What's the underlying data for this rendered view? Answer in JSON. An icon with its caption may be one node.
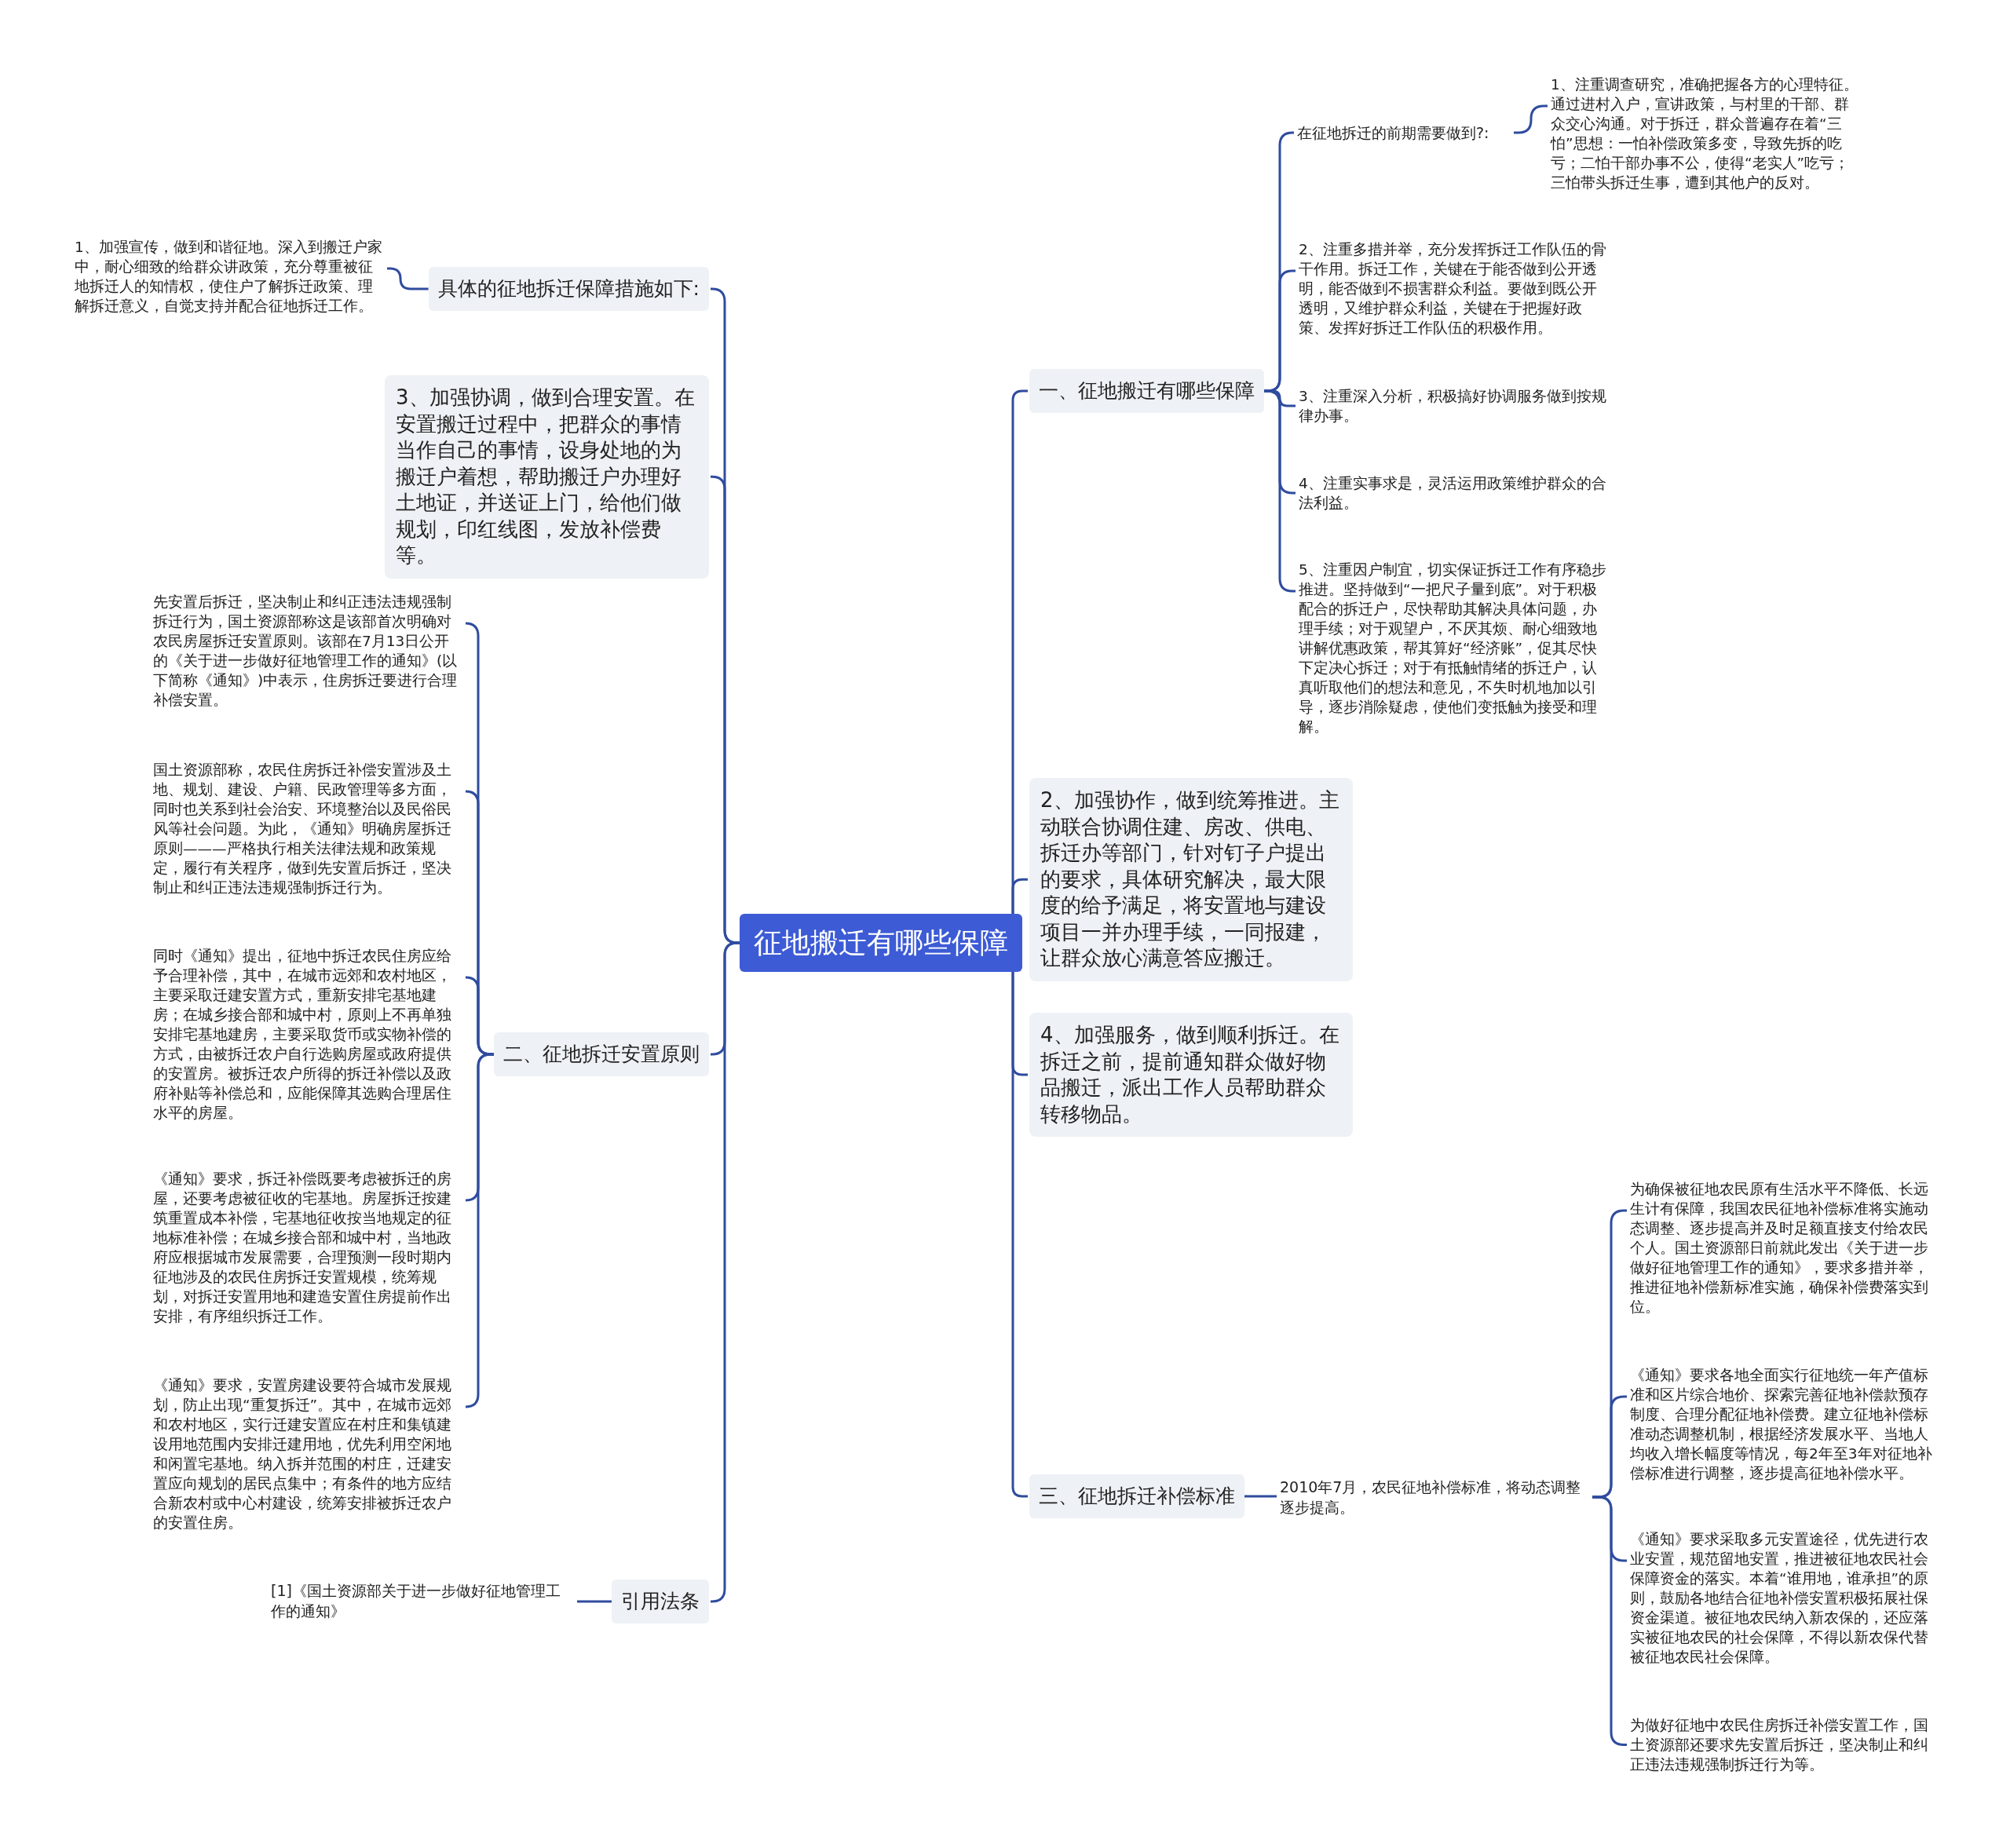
{
  "diagram": {
    "nodes": [
      {
        "text": [
          "征地搬迁有哪些保障"
        ]
      },
      {
        "text": [
          "一、征地搬迁有哪些保障"
        ]
      },
      {
        "text": [
          "在征地拆迁的前期需要做到?:"
        ]
      },
      {
        "text": [
          "1、注重调查研究，准确把握各方的心理特征。通过进村入户，宣讲政策，与村里的干部、群众交心沟通。对于拆迁，群众普遍存在着“三怕”思想：一怕补偿政策多变，导致先拆的吃亏；二怕干部办事不公，使得“老实人”吃亏；三怕带头拆迁生事，遭到其他户的反对。"
        ]
      },
      {
        "text": [
          "2、注重多措并举，充分发挥拆迁工作队伍的骨干作用。拆迁工作，关键在于能否做到公开透明，能否做到不损害群众利益。要做到既公开透明，又维护群众利益，关键在于把握好政策、发挥好拆迁工作队伍的积极作用。"
        ]
      },
      {
        "text": [
          "3、注重深入分析，积极搞好协调服务做到按规律办事。"
        ]
      },
      {
        "text": [
          "4、注重实事求是，灵活运用政策维护群众的合法利益。"
        ]
      },
      {
        "text": [
          "5、注重因户制宜，切实保证拆迁工作有序稳步推进。坚持做到“一把尺子量到底”。对于积极配合的拆迁户，尽快帮助其解决具体问题，办理手续；对于观望户，不厌其烦、耐心细致地讲解优惠政策，帮其算好“经济账”，促其尽快下定决心拆迁；对于有抵触情绪的拆迁户，认真听取他们的想法和意见，不失时机地加以引导，逐步消除疑虑，使他们变抵触为接受和理解。"
        ]
      },
      {
        "text": [
          "2、加强协作，做到统筹推进。主动联合协调住建、房改、供电、拆迁办等部门，针对钉子户提出的要求，具体研究解决，最大限度的给予满足，将安置地与建设项目一并办理手续，一同报建，让群众放心满意答应搬迁。"
        ]
      },
      {
        "text": [
          "4、加强服务，做到顺利拆迁。在拆迁之前，提前通知群众做好物品搬迁，派出工作人员帮助群众转移物品。"
        ]
      },
      {
        "text": [
          "三、征地拆迁补偿标准"
        ]
      },
      {
        "text": [
          "2010年7月，农民征地补偿标准，将动态调整逐步提高。"
        ]
      },
      {
        "text": [
          "为确保被征地农民原有生活水平不降低、长远生计有保障，我国农民征地补偿标准将实施动态调整、逐步提高并及时足额直接支付给农民个人。国土资源部日前就此发出《关于进一步做好征地管理工作的通知》，要求多措并举，推进征地补偿新标准实施，确保补偿费落实到位。"
        ]
      },
      {
        "text": [
          "《通知》要求各地全面实行征地统一年产值标准和区片综合地价、探索完善征地补偿款预存制度、合理分配征地补偿费。建立征地补偿标准动态调整机制，根据经济发展水平、当地人均收入增长幅度等情况，每2年至3年对征地补偿标准进行调整，逐步提高征地补偿水平。"
        ]
      },
      {
        "text": [
          "《通知》要求采取多元安置途径，优先进行农业安置，规范留地安置，推进被征地农民社会保障资金的落实。本着“谁用地，谁承担”的原则，鼓励各地结合征地补偿安置积极拓展社保资金渠道。被征地农民纳入新农保的，还应落实被征地农民的社会保障，不得以新农保代替被征地农民社会保障。"
        ]
      },
      {
        "text": [
          "为做好征地中农民住房拆迁补偿安置工作，国土资源部还要求先安置后拆迁，坚决制止和纠正违法违规强制拆迁行为等。"
        ]
      },
      {
        "text": [
          "具体的征地拆迁保障措施如下:"
        ]
      },
      {
        "text": [
          "1、加强宣传，做到和谐征地。深入到搬迁户家中，耐心细致的给群众讲政策，充分尊重被征地拆迁人的知情权，使住户了解拆迁政策、理解拆迁意义，自觉支持并配合征地拆迁工作。"
        ]
      },
      {
        "text": [
          "3、加强协调，做到合理安置。在安置搬迁过程中，把群众的事情当作自己的事情，设身处地的为搬迁户着想，帮助搬迁户办理好土地证，并送证上门，给他们做规划，印红线图，发放补偿费等。"
        ]
      },
      {
        "text": [
          "二、征地拆迁安置原则"
        ]
      },
      {
        "text": [
          "先安置后拆迁，坚决制止和纠正违法违规强制拆迁行为，国土资源部称这是该部首次明确对农民房屋拆迁安置原则。该部在7月13日公开的《关于进一步做好征地管理工作的通知》(以下简称《通知》)中表示，住房拆迁要进行合理补偿安置。"
        ]
      },
      {
        "text": [
          "国土资源部称，农民住房拆迁补偿安置涉及土地、规划、建设、户籍、民政管理等多方面，同时也关系到社会治安、环境整治以及民俗民风等社会问题。为此，《通知》明确房屋拆迁原则———严格执行相关法律法规和政策规定，履行有关程序，做到先安置后拆迁，坚决制止和纠正违法违规强制拆迁行为。"
        ]
      },
      {
        "text": [
          "同时《通知》提出，征地中拆迁农民住房应给予合理补偿，其中，在城市远郊和农村地区，主要采取迁建安置方式，重新安排宅基地建房；在城乡接合部和城中村，原则上不再单独安排宅基地建房，主要采取货币或实物补偿的方式，由被拆迁农户自行选购房屋或政府提供的安置房。被拆迁农户所得的拆迁补偿以及政府补贴等补偿总和，应能保障其选购合理居住水平的房屋。"
        ]
      },
      {
        "text": [
          "《通知》要求，拆迁补偿既要考虑被拆迁的房屋，还要考虑被征收的宅基地。房屋拆迁按建筑重置成本补偿，宅基地征收按当地规定的征地标准补偿；在城乡接合部和城中村，当地政府应根据城市发展需要，合理预测一段时期内征地涉及的农民住房拆迁安置规模，统筹规划，对拆迁安置用地和建造安置住房提前作出安排，有序组织拆迁工作。"
        ]
      },
      {
        "text": [
          "《通知》要求，安置房建设要符合城市发展规划，防止出现“重复拆迁”。其中，在城市远郊和农村地区，实行迁建安置应在村庄和集镇建设用地范围内安排迁建用地，优先利用空闲地和闲置宅基地。纳入拆并范围的村庄，迁建安置应向规划的居民点集中；有条件的地方应结合新农村或中心村建设，统筹安排被拆迁农户的安置住房。"
        ]
      },
      {
        "text": [
          "引用法条"
        ]
      },
      {
        "text": [
          "[1]《国土资源部关于进一步做好征地管理工作的通知》"
        ]
      }
    ],
    "edges": [
      {
        "from": 0,
        "to": 1,
        "arrow": "none"
      },
      {
        "from": 1,
        "to": 2,
        "arrow": "none"
      },
      {
        "from": 2,
        "to": 3,
        "arrow": "none"
      },
      {
        "from": 1,
        "to": 4,
        "arrow": "none"
      },
      {
        "from": 1,
        "to": 5,
        "arrow": "none"
      },
      {
        "from": 1,
        "to": 6,
        "arrow": "none"
      },
      {
        "from": 1,
        "to": 7,
        "arrow": "none"
      },
      {
        "from": 0,
        "to": 8,
        "arrow": "none"
      },
      {
        "from": 0,
        "to": 9,
        "arrow": "none"
      },
      {
        "from": 0,
        "to": 10,
        "arrow": "none"
      },
      {
        "from": 10,
        "to": 11,
        "arrow": "none"
      },
      {
        "from": 11,
        "to": 12,
        "arrow": "none"
      },
      {
        "from": 11,
        "to": 13,
        "arrow": "none"
      },
      {
        "from": 11,
        "to": 14,
        "arrow": "none"
      },
      {
        "from": 11,
        "to": 15,
        "arrow": "none"
      },
      {
        "from": 0,
        "to": 16,
        "arrow": "none"
      },
      {
        "from": 16,
        "to": 17,
        "arrow": "none"
      },
      {
        "from": 0,
        "to": 18,
        "arrow": "none"
      },
      {
        "from": 0,
        "to": 19,
        "arrow": "none"
      },
      {
        "from": 19,
        "to": 20,
        "arrow": "none"
      },
      {
        "from": 19,
        "to": 21,
        "arrow": "none"
      },
      {
        "from": 19,
        "to": 22,
        "arrow": "none"
      },
      {
        "from": 19,
        "to": 23,
        "arrow": "none"
      },
      {
        "from": 19,
        "to": 24,
        "arrow": "none"
      },
      {
        "from": 0,
        "to": 25,
        "arrow": "none"
      },
      {
        "from": 25,
        "to": 26,
        "arrow": "none"
      }
    ]
  }
}
